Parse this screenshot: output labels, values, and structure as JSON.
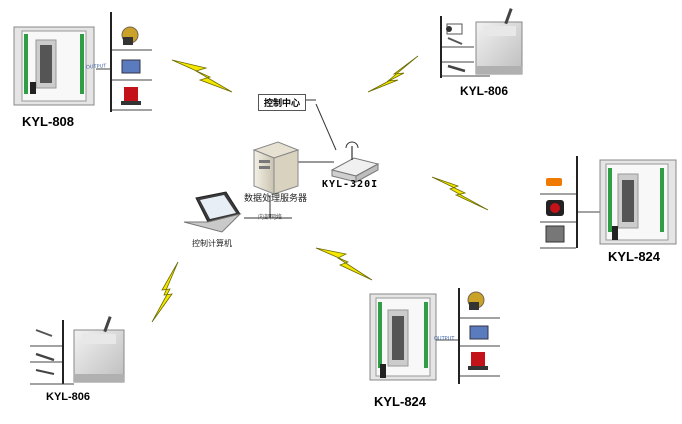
{
  "devices": {
    "top_left": "KYL-808",
    "top_right": "KYL-806",
    "right": "KYL-824",
    "bottom_center": "KYL-824",
    "bottom_left": "KYL-806"
  },
  "center": {
    "control_center": "控制中心",
    "router_model": "KYL-320I",
    "server_label": "数据处理服务器",
    "laptop_label": "控制计算机",
    "link_label": "内部网络"
  },
  "module_text": {
    "output_label": "OUTPUT"
  },
  "colors": {
    "lightning": "#f5e600",
    "lightning_stroke": "#6b6b00",
    "board_green": "#2f9e44",
    "board_gray": "#d9d9d9"
  }
}
